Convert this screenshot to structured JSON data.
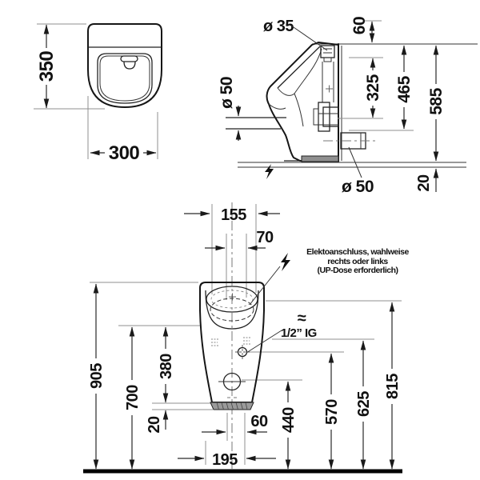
{
  "drawing": {
    "type": "technical-dimension-drawing",
    "subject": "wall-mounted urinal, three orthographic views",
    "colors": {
      "line": "#161616",
      "extension_line": "#8f8f8f",
      "background": "#ffffff",
      "floor": "#000000"
    },
    "views": {
      "front": {
        "dim_height": "350",
        "dim_width": "300"
      },
      "side": {
        "spreader_diameter": "ø 35",
        "dim_top": "60",
        "inlet_diameter": "ø 50",
        "dim_325": "325",
        "dim_465": "465",
        "dim_height": "585",
        "outlet_diameter": "ø 50",
        "dim_floor_gap": "20"
      },
      "installation": {
        "dim_155": "155",
        "dim_70": "70",
        "dim_905": "905",
        "dim_700": "700",
        "dim_380": "380",
        "dim_20": "20",
        "dim_60": "60",
        "dim_195": "195",
        "dim_440": "440",
        "dim_570": "570",
        "dim_625": "625",
        "dim_815": "815",
        "electrical_note_line1": "Elektoanschluss, wahlweise",
        "electrical_note_line2": "rechts oder links",
        "electrical_note_line3": "(UP-Dose erforderlich)",
        "water_connection": "1/2” IG",
        "approx_symbol": "≈"
      }
    }
  }
}
